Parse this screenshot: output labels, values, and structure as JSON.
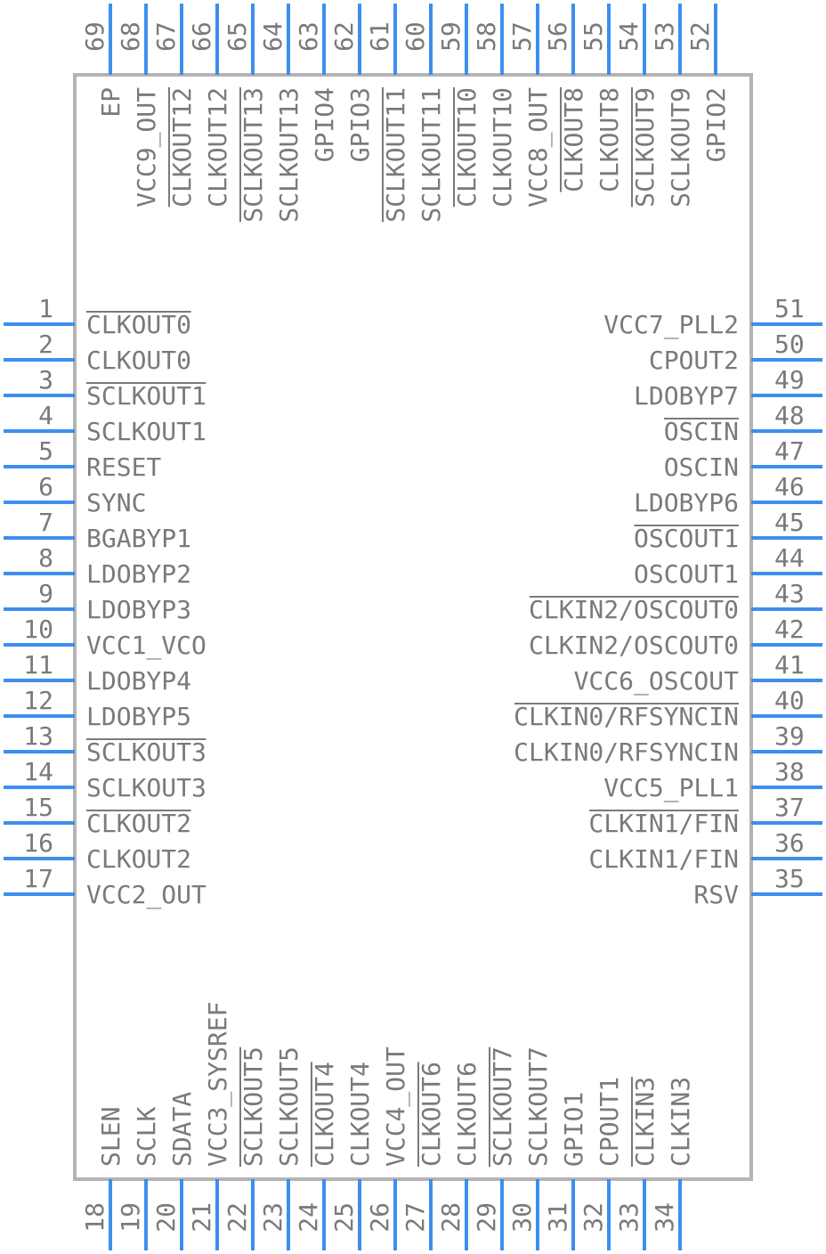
{
  "colors": {
    "pin": "#3d8ef0",
    "body": "#b4b4b4",
    "text": "#7a7a7a"
  },
  "left_pins": [
    {
      "num": "1",
      "name": "CLKOUT0",
      "inverted": true
    },
    {
      "num": "2",
      "name": "CLKOUT0",
      "inverted": false
    },
    {
      "num": "3",
      "name": "SCLKOUT1",
      "inverted": true
    },
    {
      "num": "4",
      "name": "SCLKOUT1",
      "inverted": false
    },
    {
      "num": "5",
      "name": "RESET",
      "inverted": false
    },
    {
      "num": "6",
      "name": "SYNC",
      "inverted": false
    },
    {
      "num": "7",
      "name": "BGABYP1",
      "inverted": false
    },
    {
      "num": "8",
      "name": "LDOBYP2",
      "inverted": false
    },
    {
      "num": "9",
      "name": "LDOBYP3",
      "inverted": false
    },
    {
      "num": "10",
      "name": "VCC1_VCO",
      "inverted": false
    },
    {
      "num": "11",
      "name": "LDOBYP4",
      "inverted": false
    },
    {
      "num": "12",
      "name": "LDOBYP5",
      "inverted": false
    },
    {
      "num": "13",
      "name": "SCLKOUT3",
      "inverted": true
    },
    {
      "num": "14",
      "name": "SCLKOUT3",
      "inverted": false
    },
    {
      "num": "15",
      "name": "CLKOUT2",
      "inverted": true
    },
    {
      "num": "16",
      "name": "CLKOUT2",
      "inverted": false
    },
    {
      "num": "17",
      "name": "VCC2_OUT",
      "inverted": false
    }
  ],
  "right_pins": [
    {
      "num": "51",
      "name": "VCC7_PLL2",
      "inverted": false
    },
    {
      "num": "50",
      "name": "CPOUT2",
      "inverted": false
    },
    {
      "num": "49",
      "name": "LDOBYP7",
      "inverted": false
    },
    {
      "num": "48",
      "name": "OSCIN",
      "inverted": true
    },
    {
      "num": "47",
      "name": "OSCIN",
      "inverted": false
    },
    {
      "num": "46",
      "name": "LDOBYP6",
      "inverted": false
    },
    {
      "num": "45",
      "name": "OSCOUT1",
      "inverted": true
    },
    {
      "num": "44",
      "name": "OSCOUT1",
      "inverted": false
    },
    {
      "num": "43",
      "name": "CLKIN2/OSCOUT0",
      "inverted": true
    },
    {
      "num": "42",
      "name": "CLKIN2/OSCOUT0",
      "inverted": false
    },
    {
      "num": "41",
      "name": "VCC6_OSCOUT",
      "inverted": false
    },
    {
      "num": "40",
      "name": "CLKIN0/RFSYNCIN",
      "inverted": true
    },
    {
      "num": "39",
      "name": "CLKIN0/RFSYNCIN",
      "inverted": false
    },
    {
      "num": "38",
      "name": "VCC5_PLL1",
      "inverted": false
    },
    {
      "num": "37",
      "name": "CLKIN1/FIN",
      "inverted": true
    },
    {
      "num": "36",
      "name": "CLKIN1/FIN",
      "inverted": false
    },
    {
      "num": "35",
      "name": "RSV",
      "inverted": false
    }
  ],
  "bottom_pins": [
    {
      "num": "18",
      "name": "SLEN",
      "inverted": false
    },
    {
      "num": "19",
      "name": "SCLK",
      "inverted": false
    },
    {
      "num": "20",
      "name": "SDATA",
      "inverted": false
    },
    {
      "num": "21",
      "name": "VCC3_SYSREF",
      "inverted": false
    },
    {
      "num": "22",
      "name": "SCLKOUT5",
      "inverted": true
    },
    {
      "num": "23",
      "name": "SCLKOUT5",
      "inverted": false
    },
    {
      "num": "24",
      "name": "CLKOUT4",
      "inverted": true
    },
    {
      "num": "25",
      "name": "CLKOUT4",
      "inverted": false
    },
    {
      "num": "26",
      "name": "VCC4_OUT",
      "inverted": false
    },
    {
      "num": "27",
      "name": "CLKOUT6",
      "inverted": true
    },
    {
      "num": "28",
      "name": "CLKOUT6",
      "inverted": false
    },
    {
      "num": "29",
      "name": "SCLKOUT7",
      "inverted": true
    },
    {
      "num": "30",
      "name": "SCLKOUT7",
      "inverted": false
    },
    {
      "num": "31",
      "name": "GPIO1",
      "inverted": false
    },
    {
      "num": "32",
      "name": "CPOUT1",
      "inverted": false
    },
    {
      "num": "33",
      "name": "CLKIN3",
      "inverted": true
    },
    {
      "num": "34",
      "name": "CLKIN3",
      "inverted": false
    }
  ],
  "top_pins": [
    {
      "num": "69",
      "name": "EP",
      "inverted": false
    },
    {
      "num": "68",
      "name": "VCC9_OUT",
      "inverted": false
    },
    {
      "num": "67",
      "name": "CLKOUT12",
      "inverted": true
    },
    {
      "num": "66",
      "name": "CLKOUT12",
      "inverted": false
    },
    {
      "num": "65",
      "name": "SCLKOUT13",
      "inverted": true
    },
    {
      "num": "64",
      "name": "SCLKOUT13",
      "inverted": false
    },
    {
      "num": "63",
      "name": "GPIO4",
      "inverted": false
    },
    {
      "num": "62",
      "name": "GPIO3",
      "inverted": false
    },
    {
      "num": "61",
      "name": "SCLKOUT11",
      "inverted": true
    },
    {
      "num": "60",
      "name": "SCLKOUT11",
      "inverted": false
    },
    {
      "num": "59",
      "name": "CLKOUT10",
      "inverted": true
    },
    {
      "num": "58",
      "name": "CLKOUT10",
      "inverted": false
    },
    {
      "num": "57",
      "name": "VCC8_OUT",
      "inverted": false
    },
    {
      "num": "56",
      "name": "CLKOUT8",
      "inverted": true
    },
    {
      "num": "55",
      "name": "CLKOUT8",
      "inverted": false
    },
    {
      "num": "54",
      "name": "SCLKOUT9",
      "inverted": true
    },
    {
      "num": "53",
      "name": "SCLKOUT9",
      "inverted": false
    },
    {
      "num": "52",
      "name": "GPIO2",
      "inverted": false
    }
  ]
}
